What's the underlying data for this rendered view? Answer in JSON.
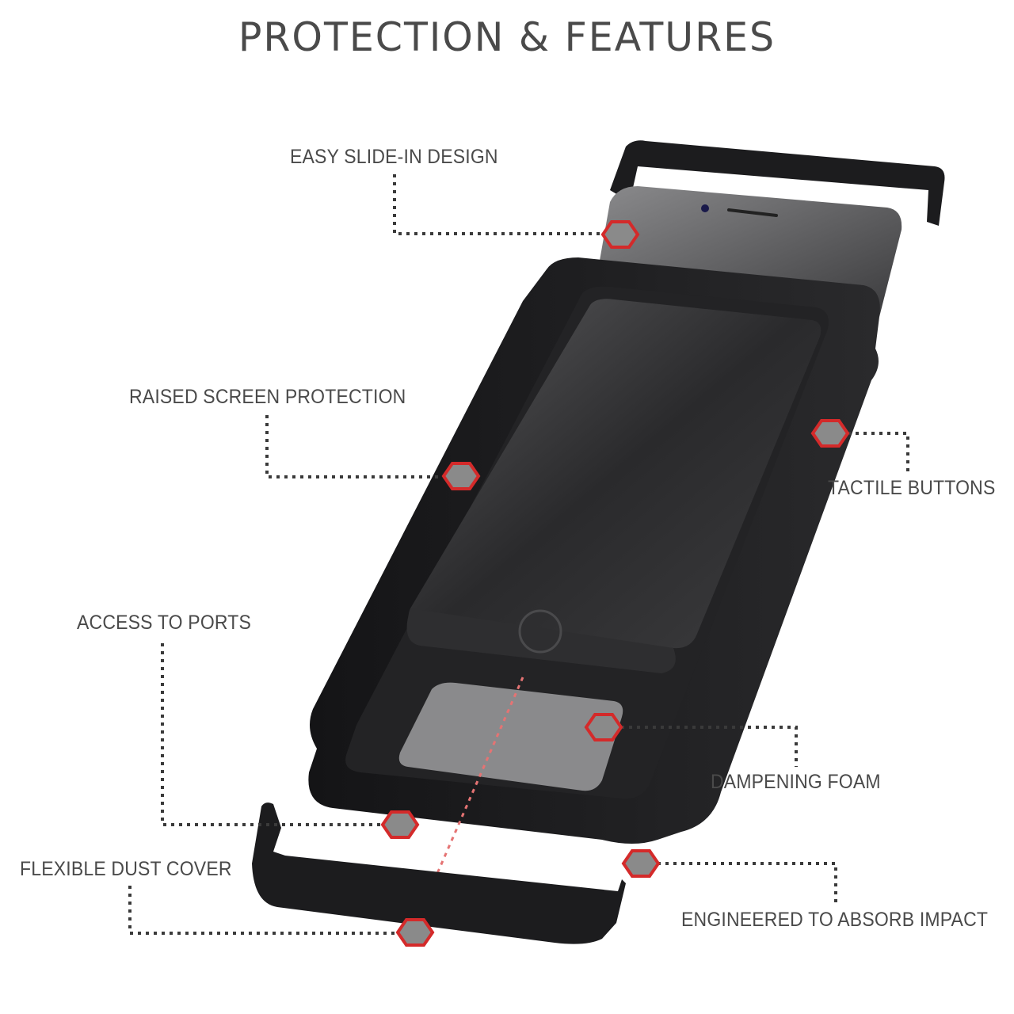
{
  "page": {
    "title": "PROTECTION & FEATURES"
  },
  "callouts": [
    {
      "id": "easy-slide-in",
      "label": "EASY SLIDE-IN DESIGN"
    },
    {
      "id": "raised-screen",
      "label": "RAISED SCREEN PROTECTION"
    },
    {
      "id": "tactile-buttons",
      "label": "TACTILE BUTTONS"
    },
    {
      "id": "access-ports",
      "label": "ACCESS TO PORTS"
    },
    {
      "id": "dampening-foam",
      "label": "DAMPENING FOAM"
    },
    {
      "id": "dust-cover",
      "label": "FLEXIBLE DUST COVER"
    },
    {
      "id": "absorb-impact",
      "label": "ENGINEERED TO ABSORB IMPACT"
    }
  ],
  "colors": {
    "text": "#4a4a4a",
    "marker": "#d42a2a",
    "leader": "#3a3a3a",
    "case": "#1c1c1e"
  }
}
